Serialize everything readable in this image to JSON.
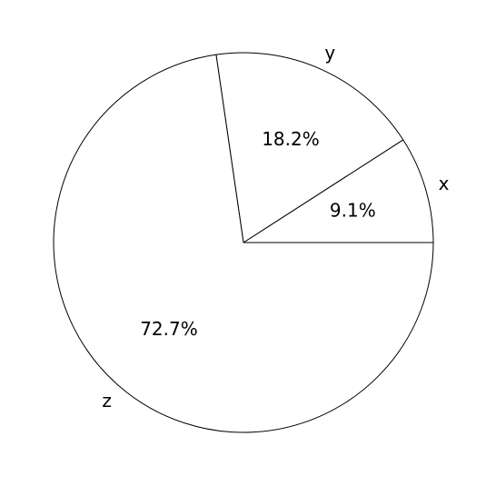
{
  "chart_data": {
    "type": "pie",
    "title": "",
    "start_angle_deg": 0,
    "direction": "counterclockwise",
    "slices": [
      {
        "label": "x",
        "value": 9.1,
        "percent_label": "9.1%"
      },
      {
        "label": "y",
        "value": 18.2,
        "percent_label": "18.2%"
      },
      {
        "label": "z",
        "value": 72.7,
        "percent_label": "72.7%"
      }
    ],
    "colors": {
      "fill": "#ffffff",
      "edge": "#000000",
      "text": "#000000"
    }
  }
}
